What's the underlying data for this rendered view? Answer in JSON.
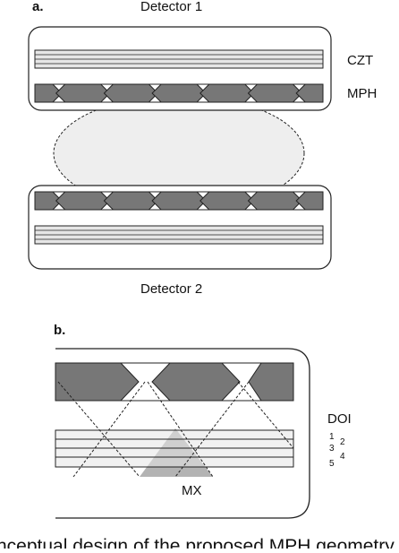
{
  "panel_a": {
    "label": "a.",
    "detector_top_title": "Detector 1",
    "detector_bottom_title": "Detector 2",
    "layer_labels": {
      "czt": "CZT",
      "mph": "MPH"
    }
  },
  "panel_b": {
    "label": "b.",
    "doi_label": "DOI",
    "doi_numbers": [
      "1",
      "2",
      "3",
      "4",
      "5"
    ],
    "mx_label": "MX"
  },
  "colors": {
    "pinhole_fill": "#777777",
    "czt_fill": "#e6e6e6",
    "object_fill": "#eeeeee",
    "overlap_fill": "#b3b3b3",
    "stroke": "#222222"
  },
  "caption_fragment": "nceptual design of the proposed MPH geometry wit"
}
